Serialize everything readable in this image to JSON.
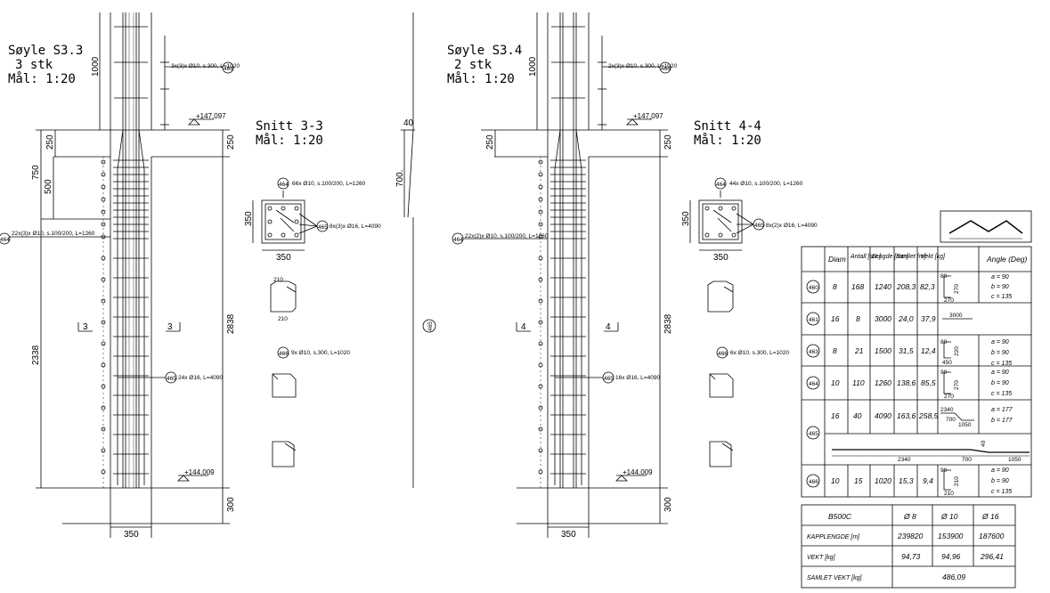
{
  "left": {
    "title": "Søyle S3.3",
    "qty": "3 stk",
    "scale": "Mål: 1:20",
    "dim_1000": "1000",
    "dim_250a": "250",
    "dim_250b": "250",
    "dim_750": "750",
    "dim_500": "500",
    "dim_2338": "2338",
    "dim_2838": "2838",
    "dim_300": "300",
    "dim_350": "350",
    "elev_top": "+147,097",
    "elev_bot": "+144,009",
    "rebar466_top": "3x(3)x Ø10, s.300, L=1020",
    "rebar464": "22x(3)x Ø10, s.100/200, L=1260",
    "rebar465": "24x Ø16, L=4090",
    "section_mark": "3"
  },
  "section_left": {
    "title": "Snitt 3-3",
    "scale": "Mål: 1:20",
    "dim_350h": "350",
    "dim_350v": "350",
    "rebar464": "66x Ø10, s.100/200, L=1260",
    "rebar465": "8x(3)x Ø16, L=4090",
    "rebar466": "9x Ø10, s.300, L=1020"
  },
  "mid": {
    "dim_40": "40",
    "dim_700": "700.",
    "label465": "465"
  },
  "right": {
    "title": "Søyle S3.4",
    "qty": "2 stk",
    "scale": "Mål: 1:20",
    "dim_1000": "1000",
    "dim_250a": "250",
    "dim_250b": "250",
    "dim_2838": "2838",
    "dim_300": "300",
    "dim_350": "350",
    "elev_top": "+147,097",
    "elev_bot": "+144,009",
    "rebar466_top": "2x(3)x Ø10, s.300, L=1020",
    "rebar464": "22x(2)x Ø10, s.100/200, L=1260",
    "rebar465": "16x Ø16, L=4090",
    "section_mark": "4"
  },
  "section_right": {
    "title": "Snitt 4-4",
    "scale": "Mål: 1:20",
    "dim_350h": "350",
    "dim_350v": "350",
    "rebar464": "44x Ø10, s.100/200, L=1260",
    "rebar465": "8x(2)x Ø16, L=4090",
    "rebar466": "6x Ø10, s.300, L=1020"
  },
  "schedule": {
    "headers": [
      "Diam",
      "Antall [stk.]",
      "Lengde [mm]",
      "Samlet [m]",
      "Vekt [kg]",
      "",
      "Angle (Deg)"
    ],
    "rows": [
      {
        "pos": "460",
        "diam": "8",
        "antall": "168",
        "lengde": "1240",
        "samlet": "208,3",
        "vekt": "82,3",
        "angles": [
          "a = 90",
          "b = 90",
          "c = 135"
        ]
      },
      {
        "pos": "461",
        "diam": "16",
        "antall": "8",
        "lengde": "3000",
        "samlet": "24,0",
        "vekt": "37,9",
        "angles": []
      },
      {
        "pos": "463",
        "diam": "8",
        "antall": "21",
        "lengde": "1500",
        "samlet": "31,5",
        "vekt": "12,4",
        "angles": [
          "a = 90",
          "b = 90",
          "c = 135"
        ]
      },
      {
        "pos": "464",
        "diam": "10",
        "antall": "110",
        "lengde": "1260",
        "samlet": "138,6",
        "vekt": "85,5",
        "angles": [
          "a = 90",
          "b = 90",
          "c = 135"
        ]
      },
      {
        "pos": "465",
        "diam": "16",
        "antall": "40",
        "lengde": "4090",
        "samlet": "163,6",
        "vekt": "258,5",
        "angles": [
          "a = 177",
          "b = 177"
        ]
      },
      {
        "pos": "466",
        "diam": "10",
        "antall": "15",
        "lengde": "1020",
        "samlet": "15,3",
        "vekt": "9,4",
        "angles": [
          "a = 90",
          "b = 90",
          "c = 135"
        ]
      }
    ],
    "shapes": {
      "r460": [
        "80",
        "270",
        "270"
      ],
      "r461": [
        "3000"
      ],
      "r463": [
        "80",
        "220",
        "450"
      ],
      "r464": [
        "90",
        "270",
        "270"
      ],
      "r465": [
        "2340",
        "700",
        "1050"
      ],
      "r465_long": [
        "2340",
        "700",
        "1050",
        "40"
      ],
      "r466": [
        "90",
        "210",
        "210"
      ]
    }
  },
  "summary": {
    "grade": "B500C",
    "diams": [
      "Ø 8",
      "Ø 10",
      "Ø 16"
    ],
    "rows": [
      {
        "label": "KAPPLENGDE [m]",
        "values": [
          "239820",
          "153900",
          "187600"
        ]
      },
      {
        "label": "VEKT [kg]",
        "values": [
          "94,73",
          "94,96",
          "296,41"
        ]
      }
    ],
    "total_label": "SAMLET VEKT [kg]",
    "total_value": "486,09"
  }
}
